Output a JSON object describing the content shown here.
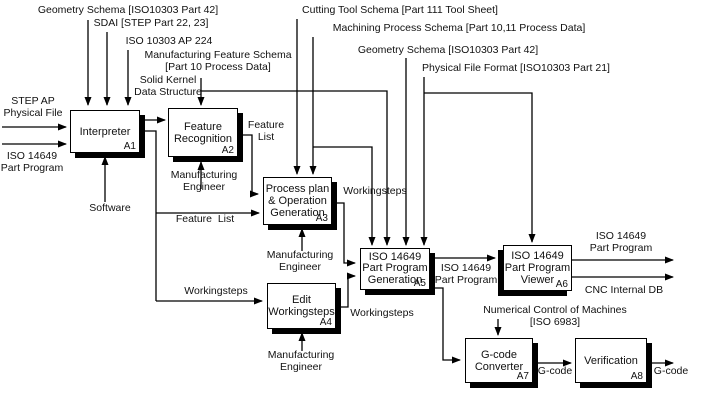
{
  "diagram": {
    "boxes": {
      "a1": {
        "title": "Interpreter",
        "code": "A1"
      },
      "a2": {
        "title": "Feature\nRecognition",
        "code": "A2"
      },
      "a3": {
        "title": "Process plan\n& Operation\nGeneration",
        "code": "A3"
      },
      "a4": {
        "title": "Edit\nWorkingsteps",
        "code": "A4"
      },
      "a5": {
        "title": "ISO 14649\nPart Program\nGeneration",
        "code": "A5"
      },
      "a6": {
        "title": "ISO 14649\nPart Program\nViewer",
        "code": "A6"
      },
      "a7": {
        "title": "G-code\nConverter",
        "code": "A7"
      },
      "a8": {
        "title": "Verification",
        "code": "A8"
      }
    },
    "labels": {
      "geometry_schema_top": "Geometry Schema [ISO10303 Part 42]",
      "sdai": "SDAI [STEP Part 22, 23]",
      "iso10303_ap224": "ISO 10303 AP 224",
      "manufacturing_feature_schema": "Manufacturing Feature Schema\n[Part 10 Process Data]",
      "solid_kernel": "Solid Kernel\nData Structure",
      "cutting_tool_schema": "Cutting Tool Schema [Part 111 Tool Sheet]",
      "machining_process_schema": "Machining Process Schema [Part 10,11 Process Data]",
      "geometry_schema_right": "Geometry Schema [ISO10303 Part 42]",
      "physical_file_format": "Physical File Format [ISO10303 Part 21]",
      "step_ap_physical_file": "STEP AP\nPhysical File",
      "iso14649_part_program_in": "ISO 14649\nPart Program",
      "software": "Software",
      "manufacturing_engineer_a2": "Manufacturing\nEngineer",
      "feature_list_a2": "Feature\nList",
      "feature_list_a1": "Feature  List",
      "manufacturing_engineer_a3": "Manufacturing\nEngineer",
      "workingsteps_a3": "Workingsteps",
      "workingsteps_a4_in": "Workingsteps",
      "manufacturing_engineer_a4": "Manufacturing\nEngineer",
      "workingsteps_a4_out": "Workingsteps",
      "iso14649_part_program_mid": "ISO 14649\nPart Program",
      "iso14649_part_program_out": "ISO 14649\nPart Program",
      "cnc_internal_db": "CNC Internal DB",
      "numerical_control": "Numerical Control of Machines\n[ISO 6983]",
      "g_code_mid": "G-code",
      "g_code_out": "G-code"
    },
    "colors": {
      "line": "#000000",
      "box_fill": "#ffffff",
      "background": "#ffffff",
      "text": "#000000"
    }
  }
}
